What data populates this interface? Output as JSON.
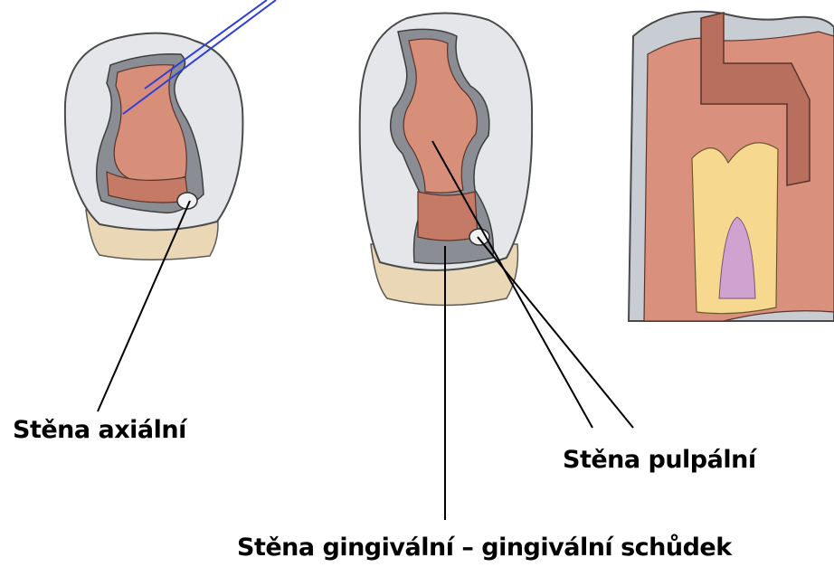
{
  "labels": {
    "axial_wall": "Stěna axiální",
    "pulpal_wall": "Stěna pulpální",
    "gingival_wall": "Stěna gingivální – gingivální schůdek"
  },
  "colors": {
    "enamel": "#e4e6ea",
    "enamel_shadow": "#c8ccd3",
    "cavity_floor": "#d88f7a",
    "cavity_wall": "#7c7f85",
    "root": "#ead7b6",
    "dentin": "#d9917e",
    "pulp": "#f7d88f",
    "pulp_core": "#cfa2cf",
    "pointer_blue": "#2d3fd8",
    "pointer_black": "#000000"
  }
}
